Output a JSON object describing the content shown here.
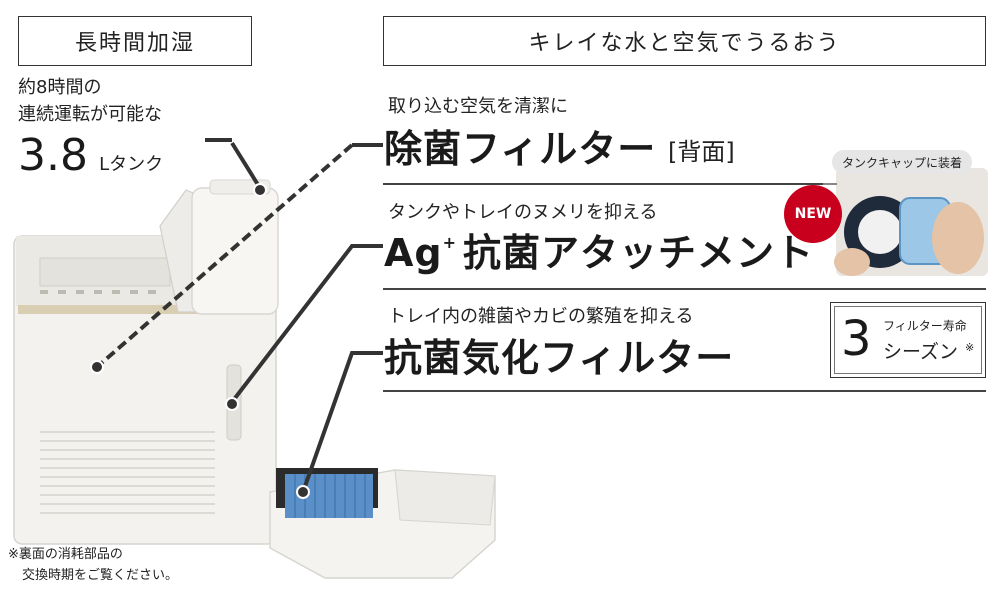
{
  "left_panel": {
    "header": "長時間加湿",
    "runtime_line1": "約8時間の",
    "runtime_line2": "連続運転が可能な",
    "tank_value": "3.8",
    "tank_unit": "Lタンク"
  },
  "right_panel": {
    "header": "キレイな水と空気でうるおう",
    "features": [
      {
        "lead": "取り込む空気を清潔に",
        "title": "除菌フィルター",
        "note": "[背面]"
      },
      {
        "lead": "タンクやトレイのヌメリを抑える",
        "title_main": "Ag",
        "title_sup": "+",
        "title_rest": "抗菌アタッチメント"
      },
      {
        "lead": "トレイ内の雑菌やカビの繁殖を抑える",
        "title": "抗菌気化フィルター"
      }
    ]
  },
  "new_badge": "NEW",
  "cap_label": "タンクキャップに装着",
  "filter_life": {
    "number": "3",
    "label": "フィルター寿命",
    "seasons": "シーズン",
    "mark": "※"
  },
  "footnote_line1": "※裏面の消耗部品の",
  "footnote_line2": "交換時期をご覧ください。",
  "colors": {
    "new_badge": "#c8001e",
    "line": "#333333",
    "filter_blue": "#5a8fc8"
  }
}
